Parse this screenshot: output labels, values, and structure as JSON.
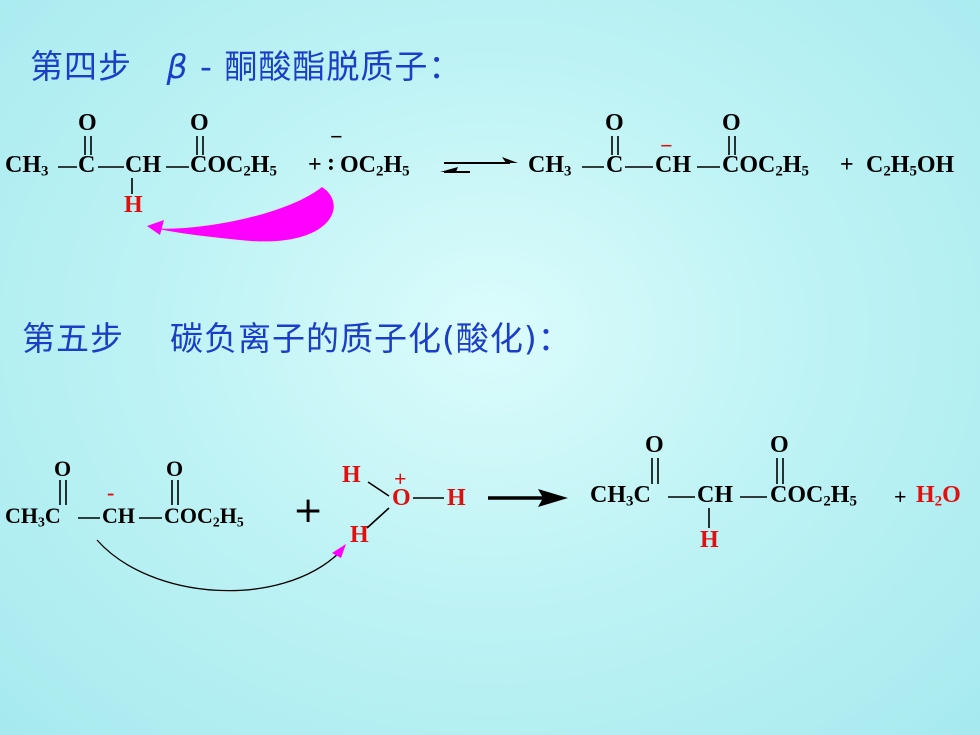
{
  "step4": {
    "title_prefix": "第四步",
    "title_beta": "β",
    "title_rest": " - 酮酸酯脱质子：",
    "reactant": {
      "left": "CH",
      "left_sub": "3",
      "c": "C",
      "ch": "CH",
      "ester_a": "COC",
      "ester_sub1": "2",
      "ester_b": "H",
      "ester_sub2": "5",
      "o1": "O",
      "o2": "O",
      "h": "H"
    },
    "plus1": "+",
    "colon": ":",
    "base": {
      "minus": "−",
      "a": "OC",
      "sub1": "2",
      "b": "H",
      "sub2": "5"
    },
    "product": {
      "left": "CH",
      "left_sub": "3",
      "c": "C",
      "ch": "CH",
      "ester_a": "COC",
      "ester_sub1": "2",
      "ester_b": "H",
      "ester_sub2": "5",
      "o1": "O",
      "o2": "O",
      "minus": "−"
    },
    "plus2": "+",
    "ethanol": {
      "a": "C",
      "sub1": "2",
      "b": "H",
      "sub2": "5",
      "c": "OH"
    }
  },
  "step5": {
    "title": "第五步    碳负离子的质子化(酸化)：",
    "reactant": {
      "left": "CH",
      "left_sub": "3",
      "c": "C",
      "ch": "CH",
      "ester_a": "COC",
      "ester_sub1": "2",
      "ester_b": "H",
      "ester_sub2": "5",
      "o1": "O",
      "o2": "O",
      "minus": "-"
    },
    "plus1": "+",
    "hydronium": {
      "h_top": "H",
      "o": "O",
      "plus": "+",
      "h_right": "H",
      "h_bottom": "H"
    },
    "product": {
      "left": "CH",
      "left_sub": "3",
      "c": "C",
      "ch": "CH",
      "ester_a": "COC",
      "ester_sub1": "2",
      "ester_b": "H",
      "ester_sub2": "5",
      "o1": "O",
      "o2": "O",
      "h": "H"
    },
    "plus2": "+",
    "water": {
      "a": "H",
      "sub": "2",
      "b": "O"
    }
  },
  "colors": {
    "heading": "#1a3ec8",
    "highlight_h": "#e01010",
    "arrow_magenta": "#ff00ff",
    "text": "#000000",
    "background": "#bff3f5"
  }
}
